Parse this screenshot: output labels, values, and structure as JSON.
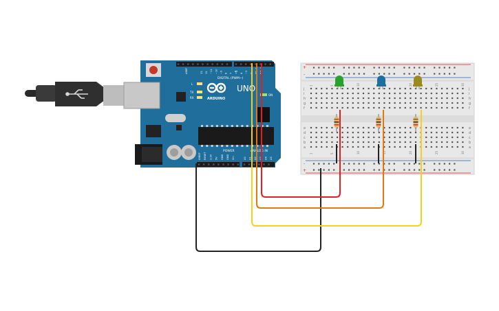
{
  "board": {
    "model_label": "UNO",
    "brand_label": "ARDUINO",
    "digital_label": "DIGITAL (PWM~)",
    "power_label": "POWER",
    "analog_label": "ANALOG IN",
    "on_label": "ON",
    "aref_label": "AREF",
    "tx_label": "TX",
    "rx_label": "RX",
    "l_label": "L",
    "digital_pins": [
      "13",
      "12",
      "~11",
      "~10",
      "~9",
      "8",
      "7",
      "~6",
      "~5",
      "4",
      "~3",
      "2",
      "TX→1",
      "RX←0"
    ],
    "power_pins": [
      "IOREF",
      "RESET",
      "3.3V",
      "5V",
      "GND",
      "GND",
      "Vin"
    ],
    "analog_pins": [
      "A0",
      "A1",
      "A2",
      "A3",
      "A4",
      "A5"
    ]
  },
  "breadboard": {
    "row_letters_top": [
      "j",
      "i",
      "h",
      "g",
      "f"
    ],
    "row_letters_bottom": [
      "e",
      "d",
      "c",
      "b",
      "a"
    ],
    "column_numbers": [
      "1",
      "5",
      "10",
      "15",
      "20",
      "25",
      "30"
    ],
    "rail_plus": "+",
    "rail_minus": "-"
  },
  "components": {
    "leds": [
      {
        "name": "green-led",
        "color": "#2aa12a"
      },
      {
        "name": "blue-led",
        "color": "#1f6f9e"
      },
      {
        "name": "yellow-led",
        "color": "#9b8b1e"
      }
    ],
    "wire_colors": {
      "red": "#e02020",
      "orange": "#e07a10",
      "yellow": "#f2d21a",
      "black": "#222222"
    },
    "board_color": "#1f6e9b"
  }
}
